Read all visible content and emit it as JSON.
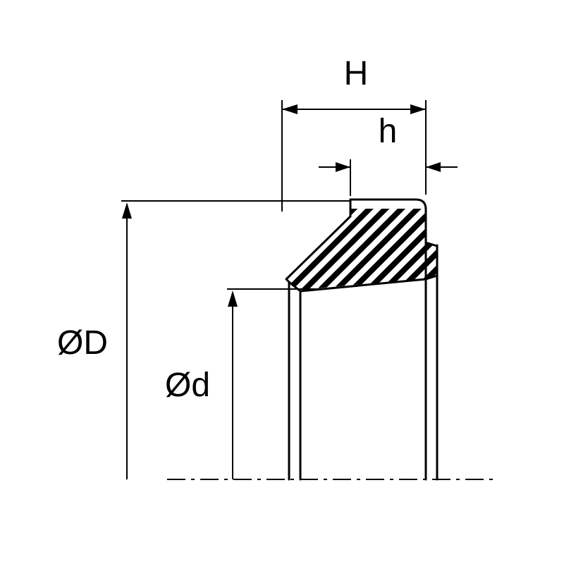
{
  "diagram": {
    "dimension_labels": {
      "width_total": "H",
      "width_heel": "h",
      "outer_diameter": "ØD",
      "inner_diameter": "Ød"
    },
    "colors": {
      "line": "#000000",
      "background": "#ffffff",
      "hatch": "#000000"
    }
  }
}
